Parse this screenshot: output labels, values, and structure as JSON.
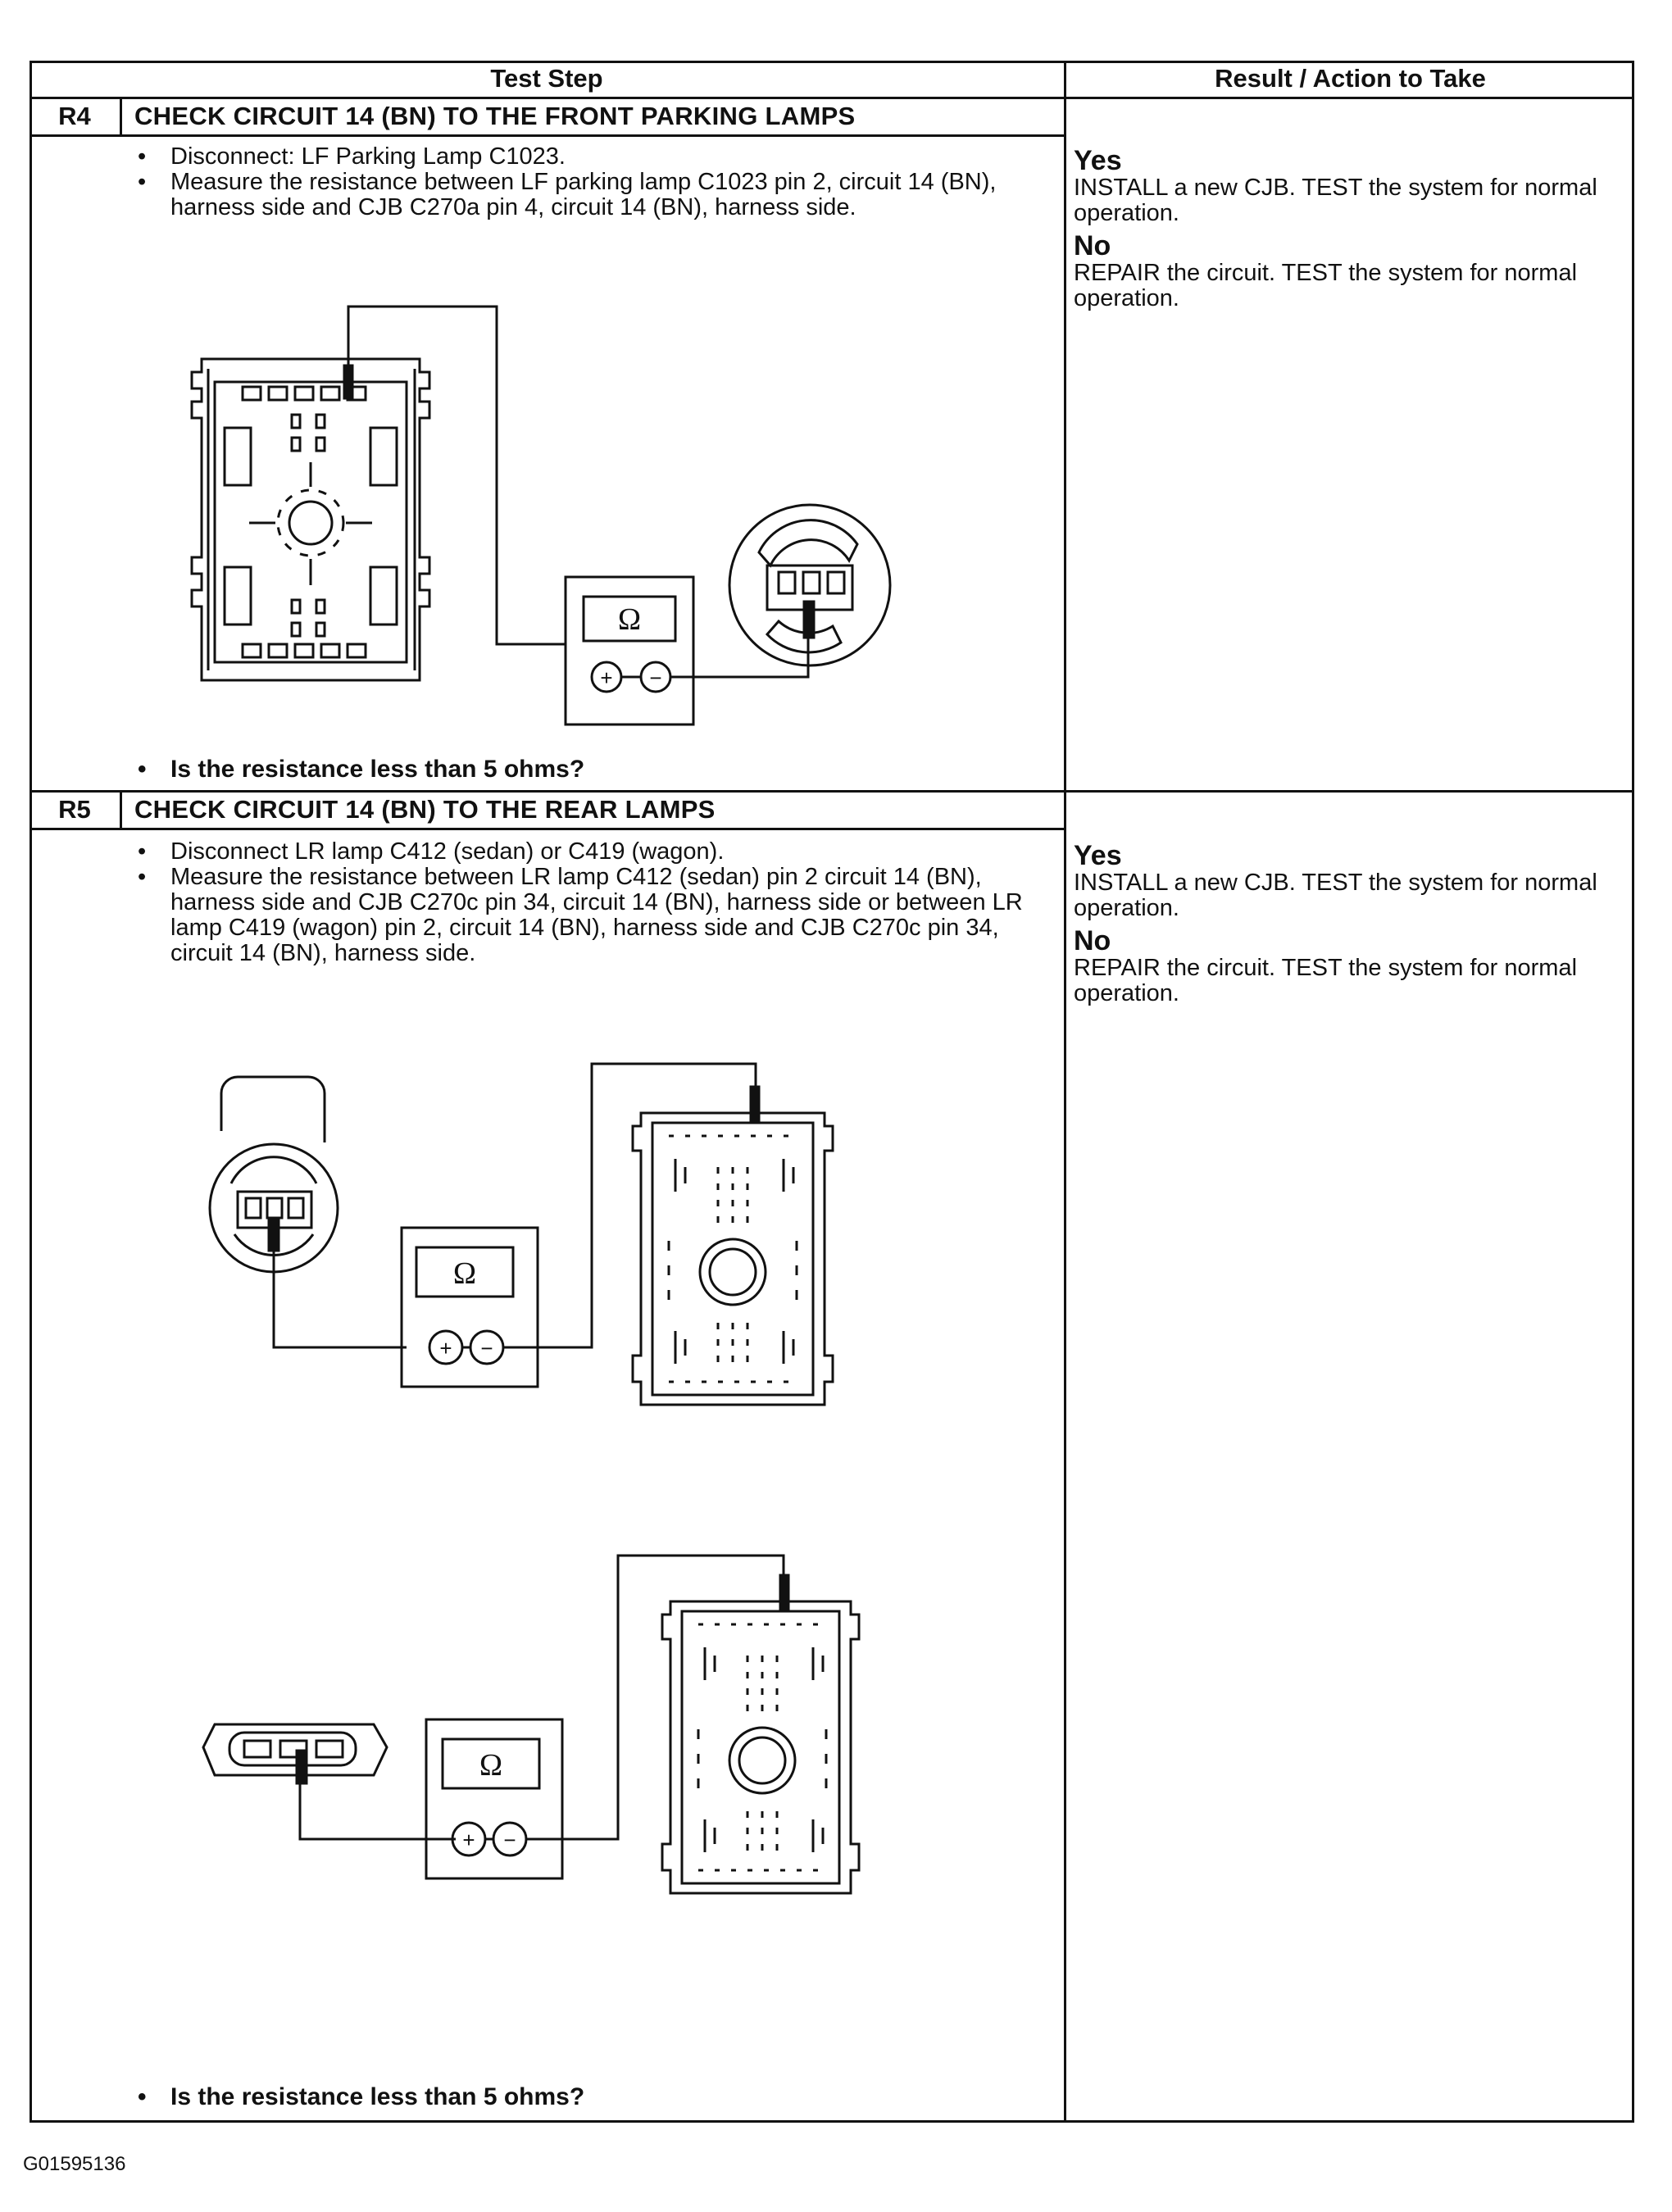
{
  "table": {
    "header_test_step": "Test Step",
    "header_result": "Result / Action to Take"
  },
  "steps": [
    {
      "id": "R4",
      "title": "CHECK CIRCUIT 14 (BN) TO THE FRONT PARKING LAMPS",
      "bullets": [
        "Disconnect: LF Parking Lamp C1023.",
        "Measure the resistance between LF parking lamp C1023 pin 2, circuit 14 (BN), harness side and CJB C270a pin 4, circuit 14 (BN), harness side."
      ],
      "question": "Is the resistance less than 5 ohms?",
      "yes_label": "Yes",
      "yes_text": "INSTALL a new CJB. TEST the system for normal operation.",
      "no_label": "No",
      "no_text": "REPAIR the circuit. TEST the system for normal operation."
    },
    {
      "id": "R5",
      "title": "CHECK CIRCUIT 14 (BN) TO THE REAR LAMPS",
      "bullets": [
        "Disconnect LR lamp C412 (sedan) or C419 (wagon).",
        "Measure the resistance between LR lamp C412 (sedan) pin 2 circuit 14 (BN), harness side and CJB C270c pin 34, circuit 14 (BN), harness side or between LR lamp C419 (wagon) pin 2, circuit 14 (BN), harness side and CJB C270c pin 34, circuit 14 (BN), harness side."
      ],
      "question": "Is the resistance less than 5 ohms?",
      "yes_label": "Yes",
      "yes_text": "INSTALL a new CJB. TEST the system for normal operation.",
      "no_label": "No",
      "no_text": "REPAIR the circuit. TEST the system for normal operation."
    }
  ],
  "meter": {
    "symbol": "Ω",
    "plus": "+",
    "minus": "−"
  },
  "footer_code": "G01595136"
}
